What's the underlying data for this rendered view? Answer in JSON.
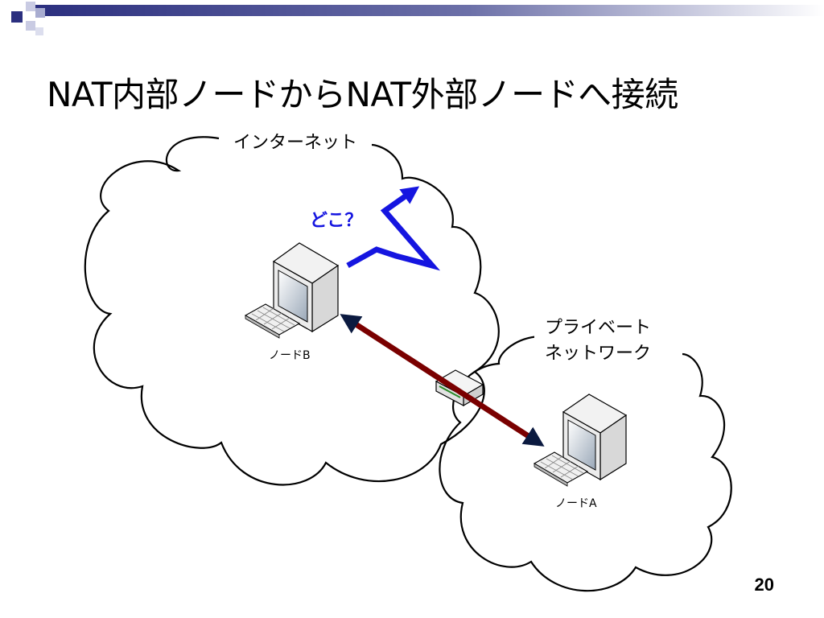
{
  "slide": {
    "title": "NAT内部ノードからNAT外部ノードへ接続",
    "page_number": "20"
  },
  "labels": {
    "internet": "インターネット",
    "private_line1": "プライベート",
    "private_line2": "ネットワーク",
    "where": "どこ？",
    "node_b": "ノードB",
    "node_a": "ノードA"
  },
  "colors": {
    "header_bar": "#2b2f7f",
    "deco_square": "#2b2f7f",
    "deco_light": "#a8acd0",
    "blue_arrow": "#1515e0",
    "connection_arrow": "#7a0000",
    "where_text": "#1515e0",
    "outline": "#000000"
  },
  "icons": [
    "computer-icon",
    "keyboard-icon",
    "router-icon"
  ]
}
